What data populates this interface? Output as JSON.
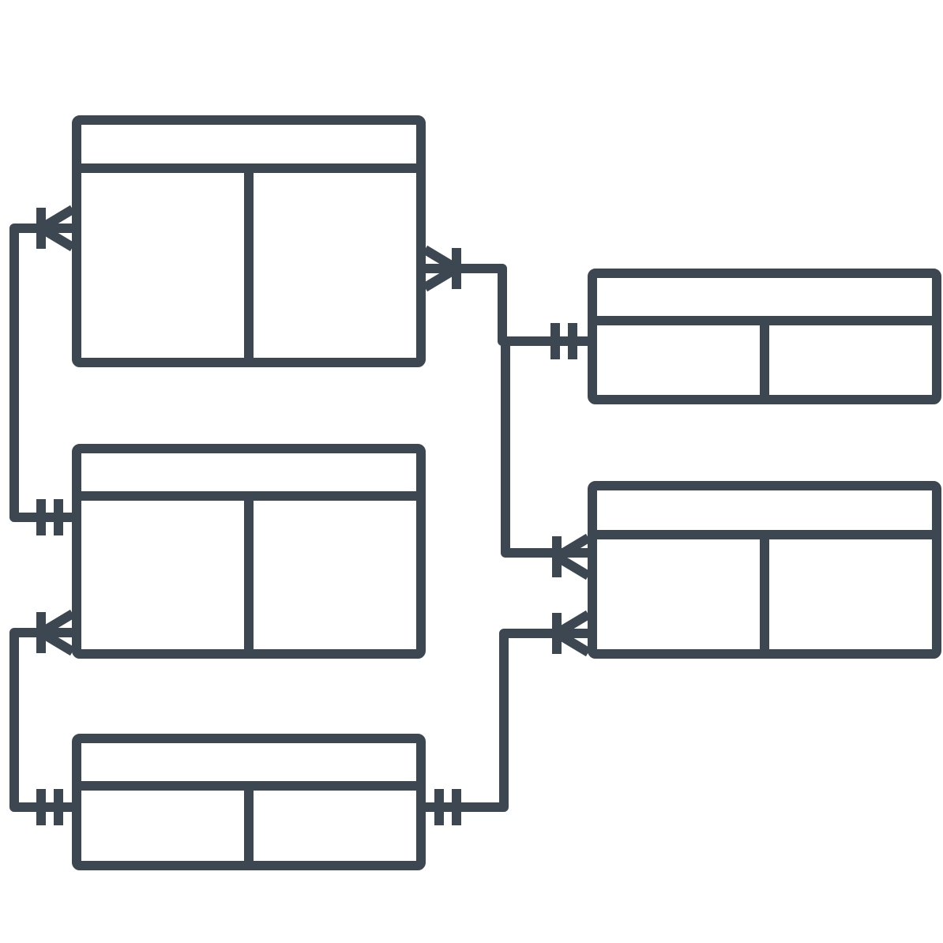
{
  "diagram": {
    "type": "entity-relationship",
    "stroke_color": "#3d4751",
    "background": "#ffffff",
    "entities": [
      {
        "id": "entity-1",
        "fields": 0
      },
      {
        "id": "entity-2",
        "fields": 0
      },
      {
        "id": "entity-3",
        "fields": 0
      },
      {
        "id": "entity-4",
        "fields": 0
      },
      {
        "id": "entity-5",
        "fields": 0
      }
    ],
    "relationships": [
      {
        "from": "entity-2",
        "to": "entity-1",
        "from_cardinality": "one-and-only-one",
        "to_cardinality": "one-or-many"
      },
      {
        "from": "entity-3",
        "to": "entity-2",
        "from_cardinality": "one-and-only-one",
        "to_cardinality": "one-or-many"
      },
      {
        "from": "entity-4",
        "to": "entity-1",
        "from_cardinality": "one-and-only-one",
        "to_cardinality": "one-or-many"
      },
      {
        "from": "entity-4",
        "to": "entity-5",
        "from_cardinality": "one-and-only-one",
        "to_cardinality": "one-or-many"
      },
      {
        "from": "entity-3",
        "to": "entity-5",
        "from_cardinality": "one-and-only-one",
        "to_cardinality": "one-or-many"
      }
    ]
  }
}
